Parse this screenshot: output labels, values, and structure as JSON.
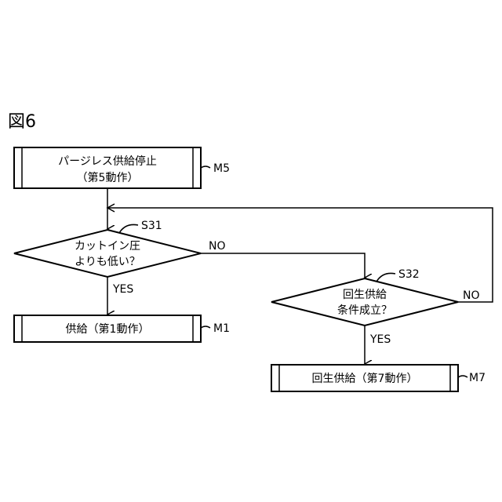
{
  "figure": {
    "label": "図6"
  },
  "nodes": {
    "m5": {
      "line1": "パージレス供給停止",
      "line2": "（第5動作）",
      "tag": "M5"
    },
    "s31": {
      "line1": "カットイン圧",
      "line2": "よりも低い？",
      "tag": "S31"
    },
    "m1": {
      "text": "供給（第1動作）",
      "tag": "M1"
    },
    "s32": {
      "line1": "回生供給",
      "line2": "条件成立？",
      "tag": "S32"
    },
    "m7": {
      "text": "回生供給（第7動作）",
      "tag": "M7"
    }
  },
  "edges": {
    "s31_no": "NO",
    "s31_yes": "YES",
    "s32_no": "NO",
    "s32_yes": "YES"
  },
  "colors": {
    "line": "#000000",
    "background": "#ffffff"
  }
}
